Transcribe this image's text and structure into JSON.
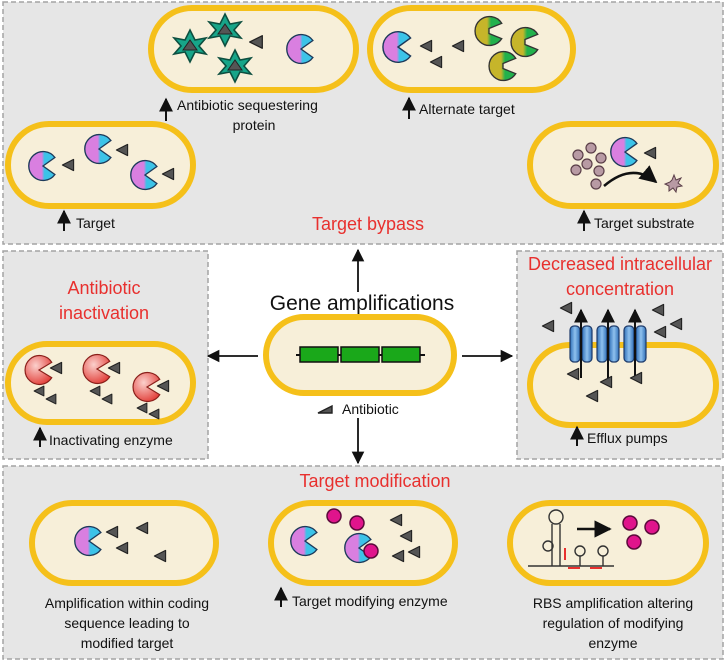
{
  "center": {
    "title": "Gene amplifications",
    "legend_label": "Antibiotic"
  },
  "sections": {
    "target_bypass": {
      "title": "Target bypass",
      "labels": {
        "sequestering_line1": "Antibiotic sequestering",
        "sequestering_line2": "protein",
        "alternate_target": "Alternate target",
        "target": "Target",
        "target_substrate": "Target substrate"
      }
    },
    "inactivation": {
      "title_line1": "Antibiotic",
      "title_line2": "inactivation",
      "label": "Inactivating enzyme"
    },
    "decreased": {
      "title_line1": "Decreased intracellular",
      "title_line2": "concentration",
      "label": "Efflux pumps"
    },
    "target_modification": {
      "title": "Target modification",
      "labels": {
        "coding_line1": "Amplification within coding",
        "coding_line2": "sequence leading to",
        "coding_line3": "modified target",
        "modifying_enzyme": "Target modifying enzyme",
        "rbs_line1": "RBS amplification altering",
        "rbs_line2": "regulation of modifying",
        "rbs_line3": "enzyme"
      }
    }
  },
  "colors": {
    "panel_fill": "#e6e6e6",
    "panel_border": "#a3a3a3",
    "cell_border": "#f5c01a",
    "cell_fill": "#f7efd9",
    "title_red": "#e8302e",
    "gene_green": "#1aa81a",
    "enzyme_red": "#e8504a",
    "pump_blue": "#4a90d9",
    "magenta": "#e0148c",
    "star_teal": "#17a589"
  }
}
